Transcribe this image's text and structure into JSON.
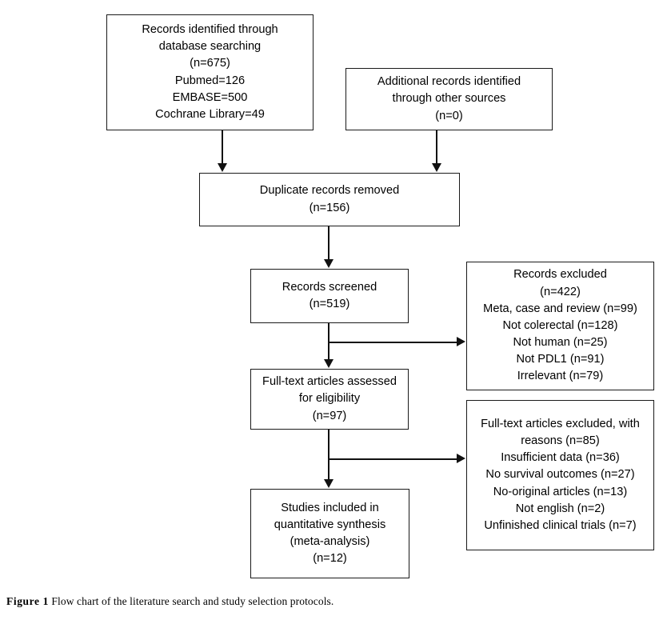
{
  "figure": {
    "caption_label": "Figure 1",
    "caption_text": " Flow chart of the literature search and study selection protocols."
  },
  "chart_data": {
    "type": "diagram",
    "title": "Flow chart of the literature search and study selection protocols",
    "diagram_kind": "PRISMA flow diagram",
    "nodes": [
      {
        "id": "database",
        "text": "Records identified through\ndatabase searching\n(n=675)\nPubmed=126\nEMBASE=500\nCochrane Library=49",
        "n": 675,
        "breakdown": {
          "Pubmed": 126,
          "EMBASE": 500,
          "Cochrane Library": 49
        }
      },
      {
        "id": "additional",
        "text": "Additional records identified\nthrough other sources\n(n=0)",
        "n": 0
      },
      {
        "id": "duplicates",
        "text": "Duplicate records removed\n(n=156)",
        "n": 156
      },
      {
        "id": "screened",
        "text": "Records screened\n(n=519)",
        "n": 519
      },
      {
        "id": "records_excluded",
        "text": "Records excluded\n(n=422)\nMeta, case and review (n=99)\nNot colerectal (n=128)\nNot human (n=25)\nNot PDL1 (n=91)\nIrrelevant (n=79)",
        "n": 422,
        "reasons": {
          "Meta, case and review": 99,
          "Not colerectal": 128,
          "Not human": 25,
          "Not PDL1": 91,
          "Irrelevant": 79
        }
      },
      {
        "id": "fulltext",
        "text": "Full-text articles assessed\nfor eligibility\n(n=97)",
        "n": 97
      },
      {
        "id": "fulltext_excluded",
        "text": "Full-text articles excluded, with\nreasons (n=85)\nInsufficient data (n=36)\nNo survival outcomes (n=27)\nNo-original articles (n=13)\nNot english (n=2)\nUnfinished clinical trials (n=7)",
        "n": 85,
        "reasons": {
          "Insufficient data": 36,
          "No survival outcomes": 27,
          "No-original articles": 13,
          "Not english": 2,
          "Unfinished clinical trials": 7
        }
      },
      {
        "id": "included",
        "text": "Studies included in\nquantitative synthesis\n(meta-analysis)\n(n=12)",
        "n": 12
      }
    ],
    "edges": [
      {
        "from": "database",
        "to": "duplicates"
      },
      {
        "from": "additional",
        "to": "duplicates"
      },
      {
        "from": "duplicates",
        "to": "screened"
      },
      {
        "from": "screened",
        "to": "records_excluded"
      },
      {
        "from": "screened",
        "to": "fulltext"
      },
      {
        "from": "fulltext",
        "to": "fulltext_excluded"
      },
      {
        "from": "fulltext",
        "to": "included"
      }
    ],
    "colors": {
      "border": "#1a1a1a",
      "text": "#000000",
      "background": "#ffffff"
    }
  }
}
